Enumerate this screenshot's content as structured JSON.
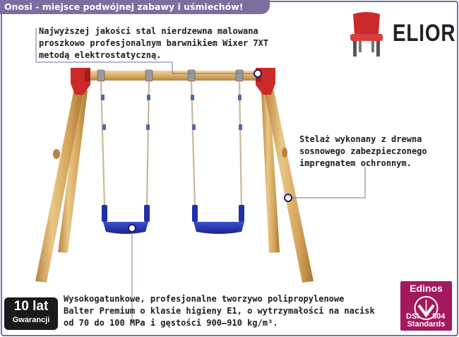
{
  "header": {
    "title": "Onosi - miejsce podwójnej zabawy i uśmiechów!"
  },
  "brand": {
    "name": "ELIOR",
    "icon": "chair-icon"
  },
  "callouts": [
    {
      "lines": [
        "Najwyższej jakości stal nierdzewna malowana",
        "proszkowo profesjonalnym barwnikiem Wixer 7XT",
        "metodą elektrostatyczną."
      ]
    },
    {
      "lines": [
        "Stelaż wykonany z drewna",
        "sosnowego zabezpieczonego",
        "impregnatem ochronnym."
      ]
    },
    {
      "lines": [
        "Wysokogatunkowe, profesjonalne tworzywo polipropylenowe",
        "Balter Premium o klasie higieny E1, o wytrzymałości na nacisk",
        "od 70 do 100 MPa i gęstości 900–910 kg/m³."
      ]
    }
  ],
  "warranty_badge": {
    "value": "10 lat",
    "label": "Gwarancji"
  },
  "certificate_badge": {
    "top": "Edinos",
    "mark_left": "DSI",
    "mark_right": "804",
    "bottom": "Standards"
  },
  "colors": {
    "accent": "#7a6f9e",
    "seat": "#2030a8",
    "wood": "#d8ad6a",
    "steel": "#cc2a2a",
    "cert": "#a3185e"
  }
}
